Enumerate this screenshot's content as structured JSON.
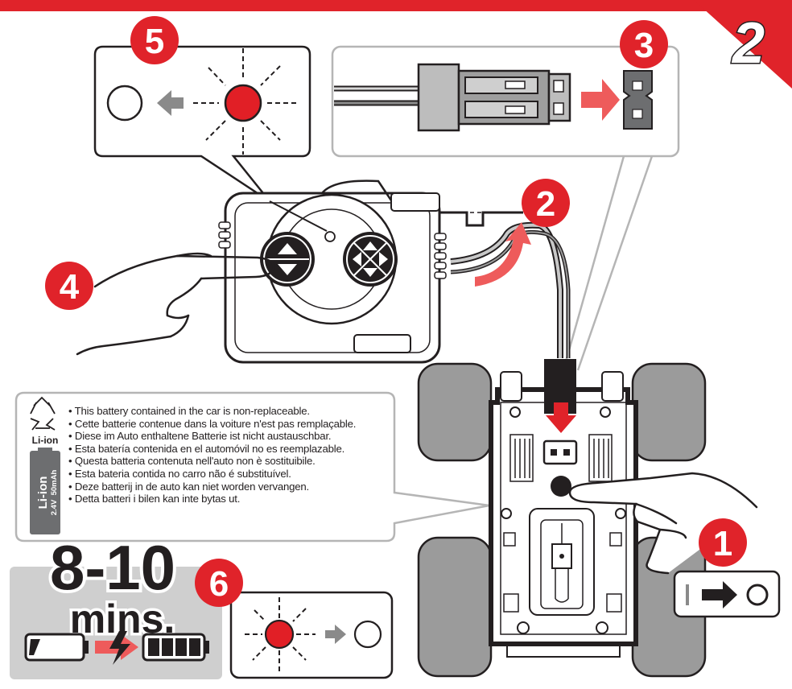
{
  "page_step": "2",
  "steps": {
    "s1": "1",
    "s2": "2",
    "s3": "3",
    "s4": "4",
    "s5": "5",
    "s6": "6"
  },
  "switch_icons": [
    "switch-off-bar-icon",
    "arrow-right-icon",
    "switch-on-circle-icon"
  ],
  "battery_notes": [
    "This battery contained in the car is non-replaceable.",
    "Cette batterie contenue dans la voiture n'est pas remplaçable.",
    "Diese im Auto enthaltene Batterie ist nicht austauschbar.",
    "Esta batería contenida en el automóvil no es reemplazable.",
    "Questa batteria contenuta nell'auto non è sostituibile.",
    "Esta bateria contida no carro não é substituível.",
    "Deze batterij in de auto kan niet worden vervangen.",
    "Detta batteri i bilen kan inte bytas ut."
  ],
  "recycle_label": "Li-ion",
  "battery_cell": {
    "type": "Li-ion",
    "spec": "2.4V  50mAh"
  },
  "charge_time": {
    "duration": "8-10",
    "unit": "mins."
  },
  "colors": {
    "accent_red": "#e0232a",
    "led_red": "#e11f26",
    "arrow_pink": "#ee5b5b",
    "gray_arrow": "#8a8a8a",
    "panel_gray": "#cfcfcf",
    "outline": "#231f20"
  }
}
